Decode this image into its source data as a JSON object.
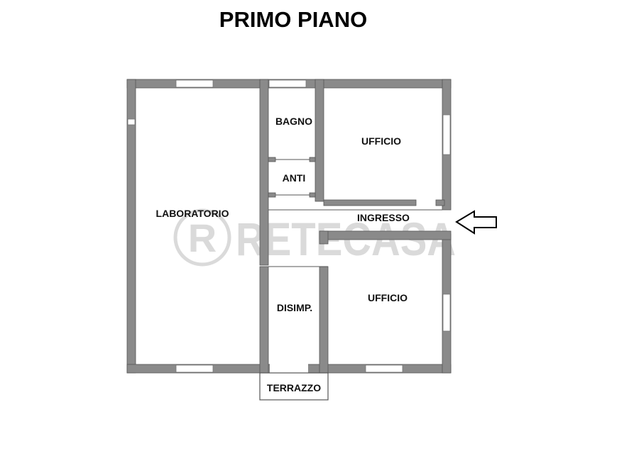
{
  "title": "PRIMO PIANO",
  "watermark": "RETECASA",
  "watermark_logo_letter": "R",
  "rooms": {
    "laboratorio": "LABORATORIO",
    "bagno": "BAGNO",
    "anti": "ANTI",
    "ufficio_top": "UFFICIO",
    "ingresso": "INGRESSO",
    "disimpegno": "DISIMP.",
    "ufficio_bottom": "UFFICIO",
    "terrazzo": "TERRAZZO"
  },
  "colors": {
    "wall": "#8a8a8a",
    "text": "#111111",
    "watermark": "#d6d6d6"
  },
  "icons": {
    "entrance": "arrow-left-icon"
  }
}
